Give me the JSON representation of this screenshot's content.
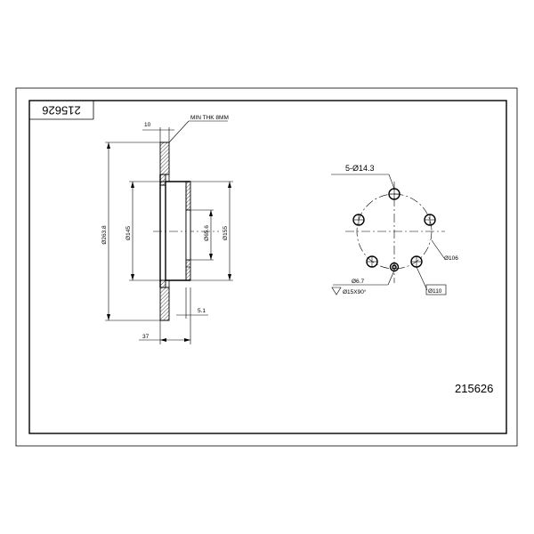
{
  "title_block": {
    "part_number_rotated": "215626",
    "part_number": "215626"
  },
  "side_view": {
    "dim_thickness_top": "10",
    "note_min_thickness": "MIN THK 8MM",
    "dim_outer_diameter": "Ø263.8",
    "dim_hat_diameter": "Ø145",
    "dim_bore_diameter": "Ø65.6",
    "dim_hub_diameter": "Ø155",
    "dim_hub_step": "5.1",
    "dim_total_height": "37"
  },
  "front_view": {
    "dim_holes": "5-Ø14.3",
    "dim_pcd_inner": "Ø106",
    "dim_pcd_outer": "Ø110",
    "dim_small_hole": "Ø6.7",
    "dim_countersink": "Ø15X90°"
  }
}
